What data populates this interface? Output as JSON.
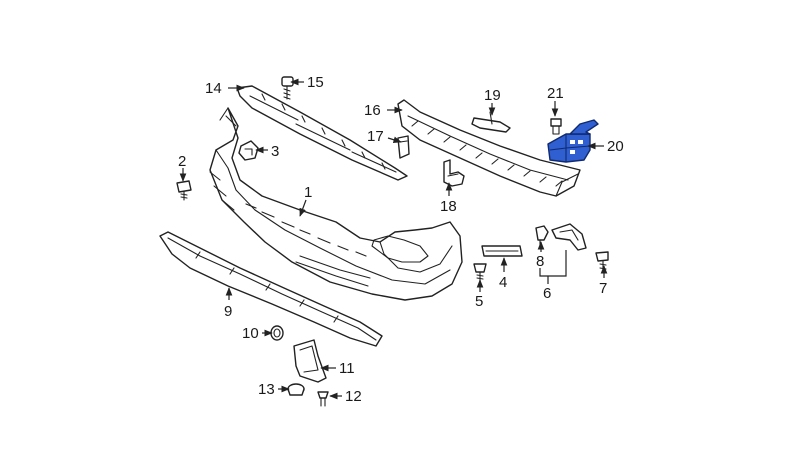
{
  "callouts": {
    "c1": "1",
    "c2": "2",
    "c3": "3",
    "c4": "4",
    "c5": "5",
    "c6": "6",
    "c7": "7",
    "c8": "8",
    "c9": "9",
    "c10": "10",
    "c11": "11",
    "c12": "12",
    "c13": "13",
    "c14": "14",
    "c15": "15",
    "c16": "16",
    "c17": "17",
    "c18": "18",
    "c19": "19",
    "c20": "20",
    "c21": "21"
  },
  "colors": {
    "highlight": "#2f5fd0",
    "line": "#222222",
    "background": "#ffffff"
  }
}
